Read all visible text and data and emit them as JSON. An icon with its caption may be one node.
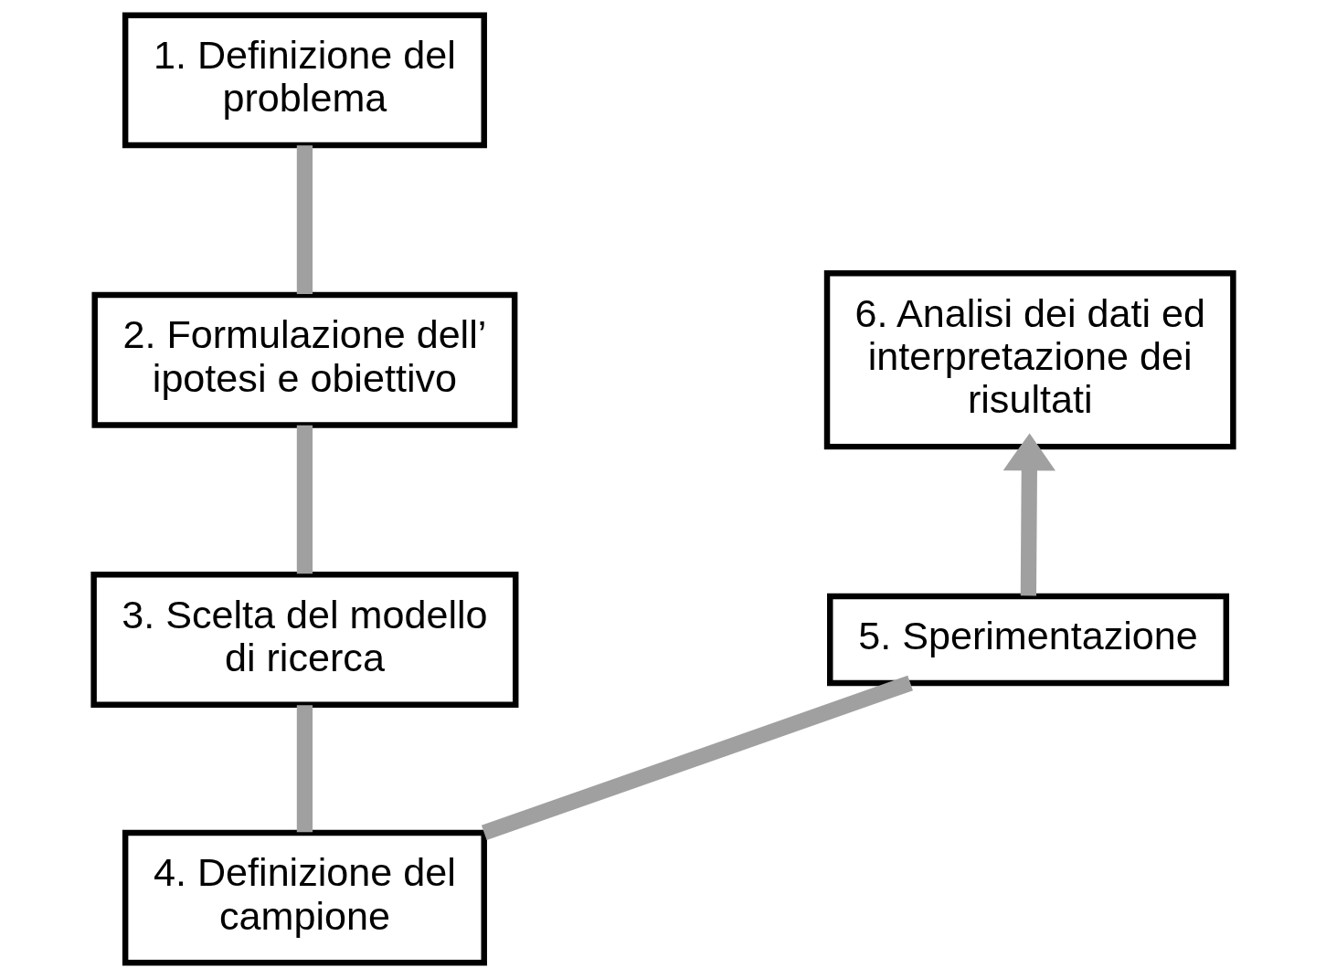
{
  "diagram": {
    "nodes": [
      {
        "text": [
          "1. Definizione del problema"
        ]
      },
      {
        "text": [
          "2. Formulazione dell’ ipotesi e obiettivo"
        ]
      },
      {
        "text": [
          "3. Scelta del modello di ricerca"
        ]
      },
      {
        "text": [
          "4. Definizione del campione"
        ]
      },
      {
        "text": [
          "5. Sperimentazione"
        ]
      },
      {
        "text": [
          "6. Analisi dei dati ed interpretazione dei risultati"
        ]
      }
    ],
    "edges": [
      {
        "from": 0,
        "to": 1,
        "arrow": "none"
      },
      {
        "from": 1,
        "to": 2,
        "arrow": "none"
      },
      {
        "from": 2,
        "to": 3,
        "arrow": "none"
      },
      {
        "from": 3,
        "to": 4,
        "arrow": "none"
      },
      {
        "from": 4,
        "to": 5,
        "arrow": "to"
      }
    ]
  }
}
